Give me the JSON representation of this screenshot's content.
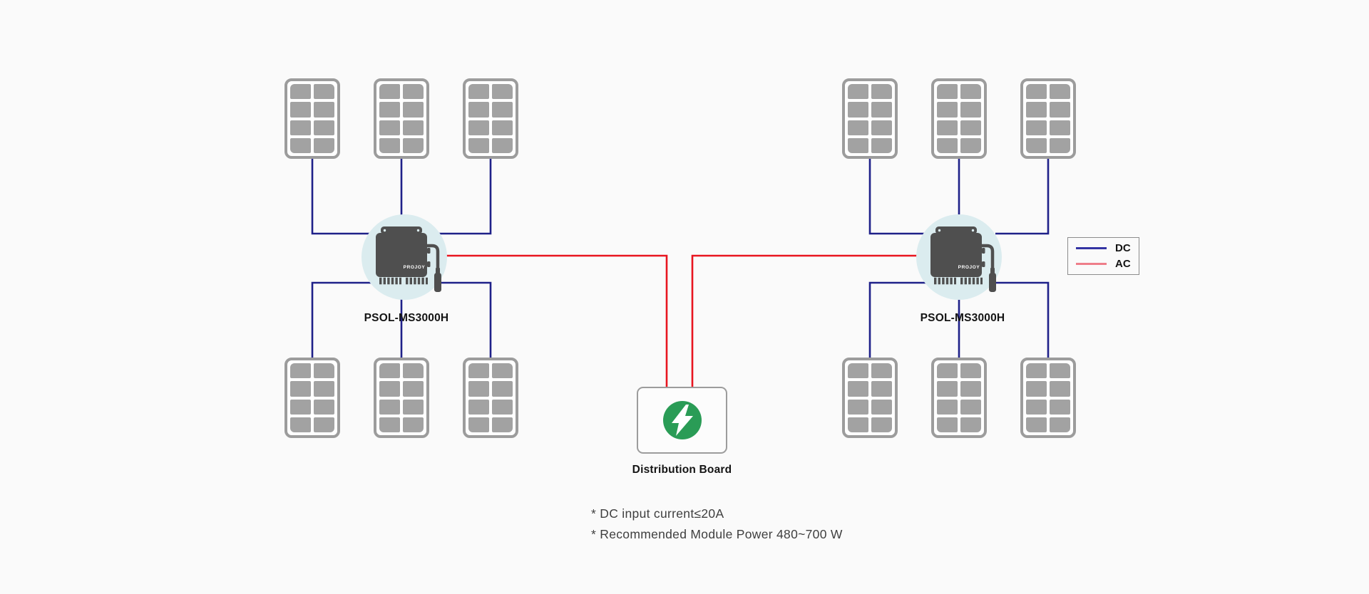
{
  "colors": {
    "bg": "#fafafa",
    "dc": "#1f2189",
    "ac": "#e8151f",
    "legend_dc": "#3434a4",
    "legend_ac": "#ee7e8a",
    "panel_gray": "#9c9c9c",
    "cell_gray": "#a2a2a2",
    "inv_dark": "#4f4f4f",
    "inv_halo": "#dbecef",
    "green": "#2a9c56",
    "text_dark": "#141414",
    "note_gray": "#3f3f3f"
  },
  "legend": {
    "dc_label": "DC",
    "ac_label": "AC"
  },
  "inverters": {
    "left": {
      "model": "PSOL-MS3000H",
      "brand": "PROJOY"
    },
    "right": {
      "model": "PSOL-MS3000H",
      "brand": "PROJOY"
    }
  },
  "distribution_board": {
    "label": "Distribution Board",
    "icon": "lightning-bolt-icon"
  },
  "notes": [
    "* DC input current≤20A",
    "* Recommended Module Power 480~700 W"
  ]
}
